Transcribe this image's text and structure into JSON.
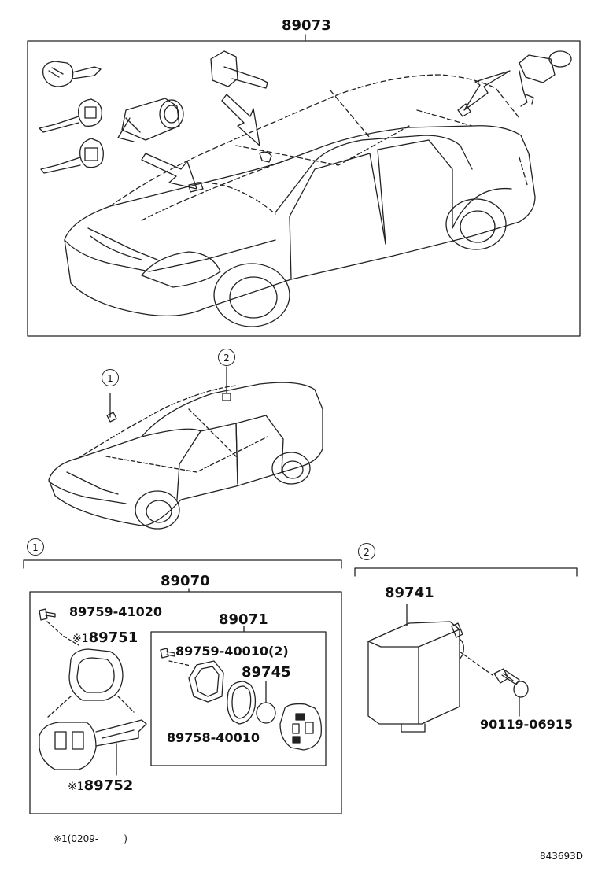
{
  "top_assembly": {
    "part_no": "89073"
  },
  "callouts": {
    "c1": "1",
    "c2": "2",
    "section1": "1",
    "section2": "2"
  },
  "section1": {
    "kit": "89070",
    "screw_a": "89759-41020",
    "case_note": "※1",
    "case": "89751",
    "sub_kit": "89071",
    "screw_b": "89759-40010(2)",
    "battery": "89745",
    "gasket": "89758-40010",
    "key_note": "※1",
    "key": "89752"
  },
  "section2": {
    "unit": "89741",
    "bolt": "90119-06915"
  },
  "footnote": {
    "mark": "※1",
    "text": "(0209-",
    "close": ")"
  },
  "ref_code": "843693D"
}
